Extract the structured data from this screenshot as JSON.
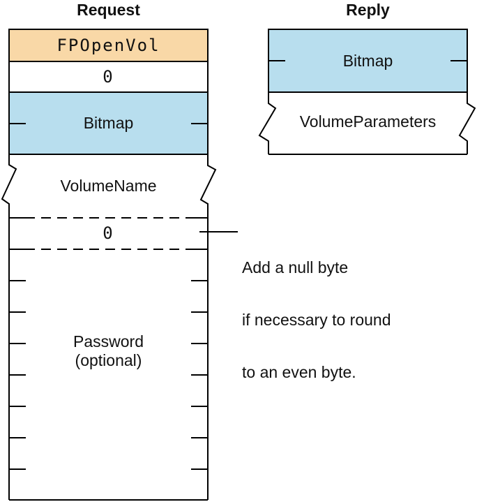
{
  "colors": {
    "command_fill": "#F9D8A7",
    "bitmap_fill": "#B8DEEE",
    "line": "#000000",
    "background": "#FFFFFF"
  },
  "request": {
    "title": "Request",
    "fields": {
      "command": "FPOpenVol",
      "pad": "0",
      "bitmap": "Bitmap",
      "volume_name": "VolumeName",
      "null_byte": "0",
      "password_line1": "Password",
      "password_line2": "(optional)"
    }
  },
  "reply": {
    "title": "Reply",
    "fields": {
      "bitmap": "Bitmap",
      "volume_parameters": "VolumeParameters"
    }
  },
  "annotation": {
    "line1": "Add a null byte",
    "line2": "if necessary to round",
    "line3": "to an even byte."
  }
}
